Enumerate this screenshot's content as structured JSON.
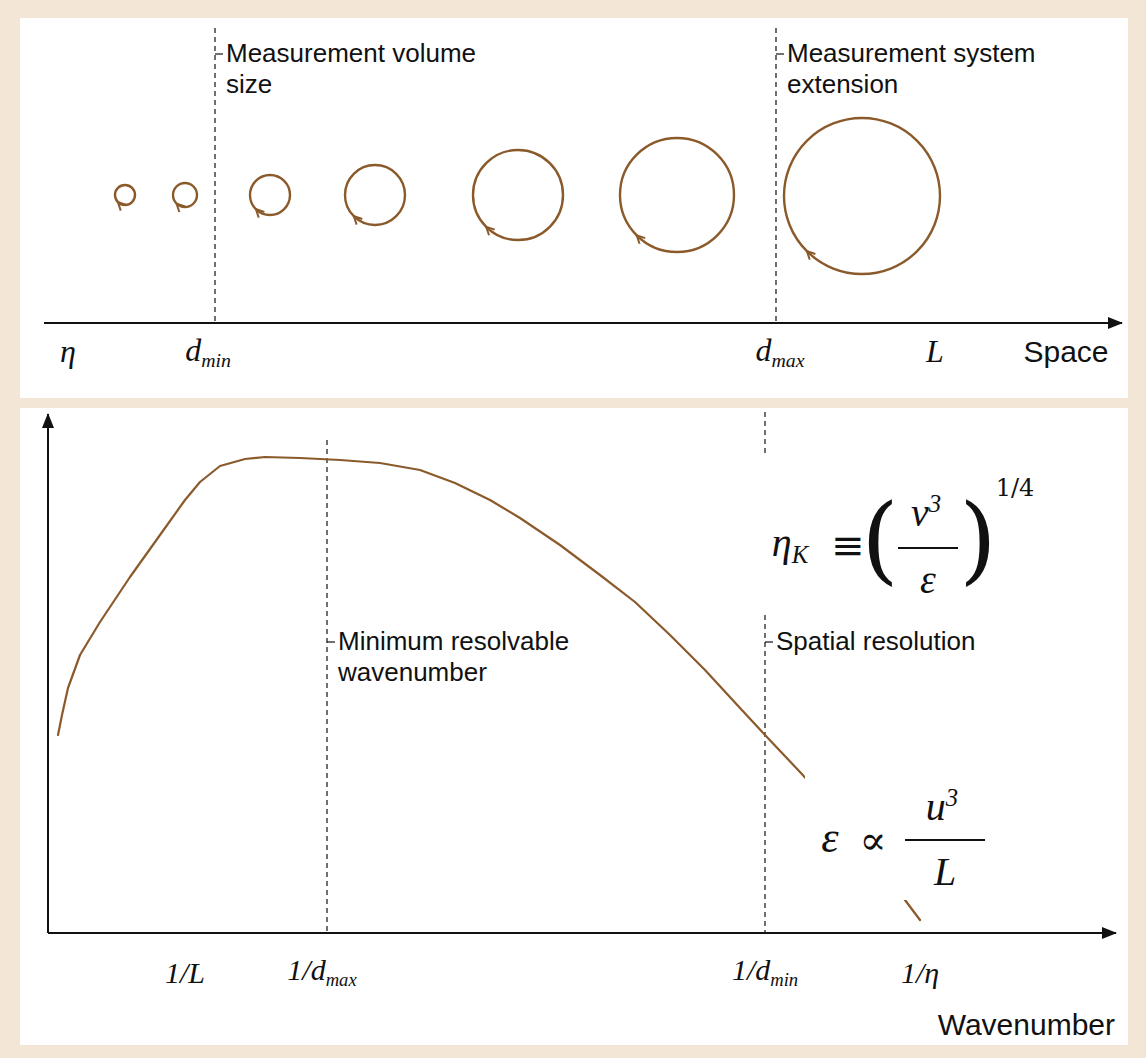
{
  "diagram": {
    "labels": [
      "Measurement volume size",
      "Measurement system extension",
      "η",
      "dmin",
      "dmax",
      "L",
      "Space",
      "Minimum resolvable wavenumber",
      "Spatial resolution",
      "ηK",
      "≡",
      "(",
      "ν3",
      "ε",
      ")",
      "1/4",
      "ε",
      "∝",
      "u3",
      "L",
      "1/L",
      "1/dmax",
      "1/dmin",
      "1/η",
      "Wavenumber"
    ]
  }
}
